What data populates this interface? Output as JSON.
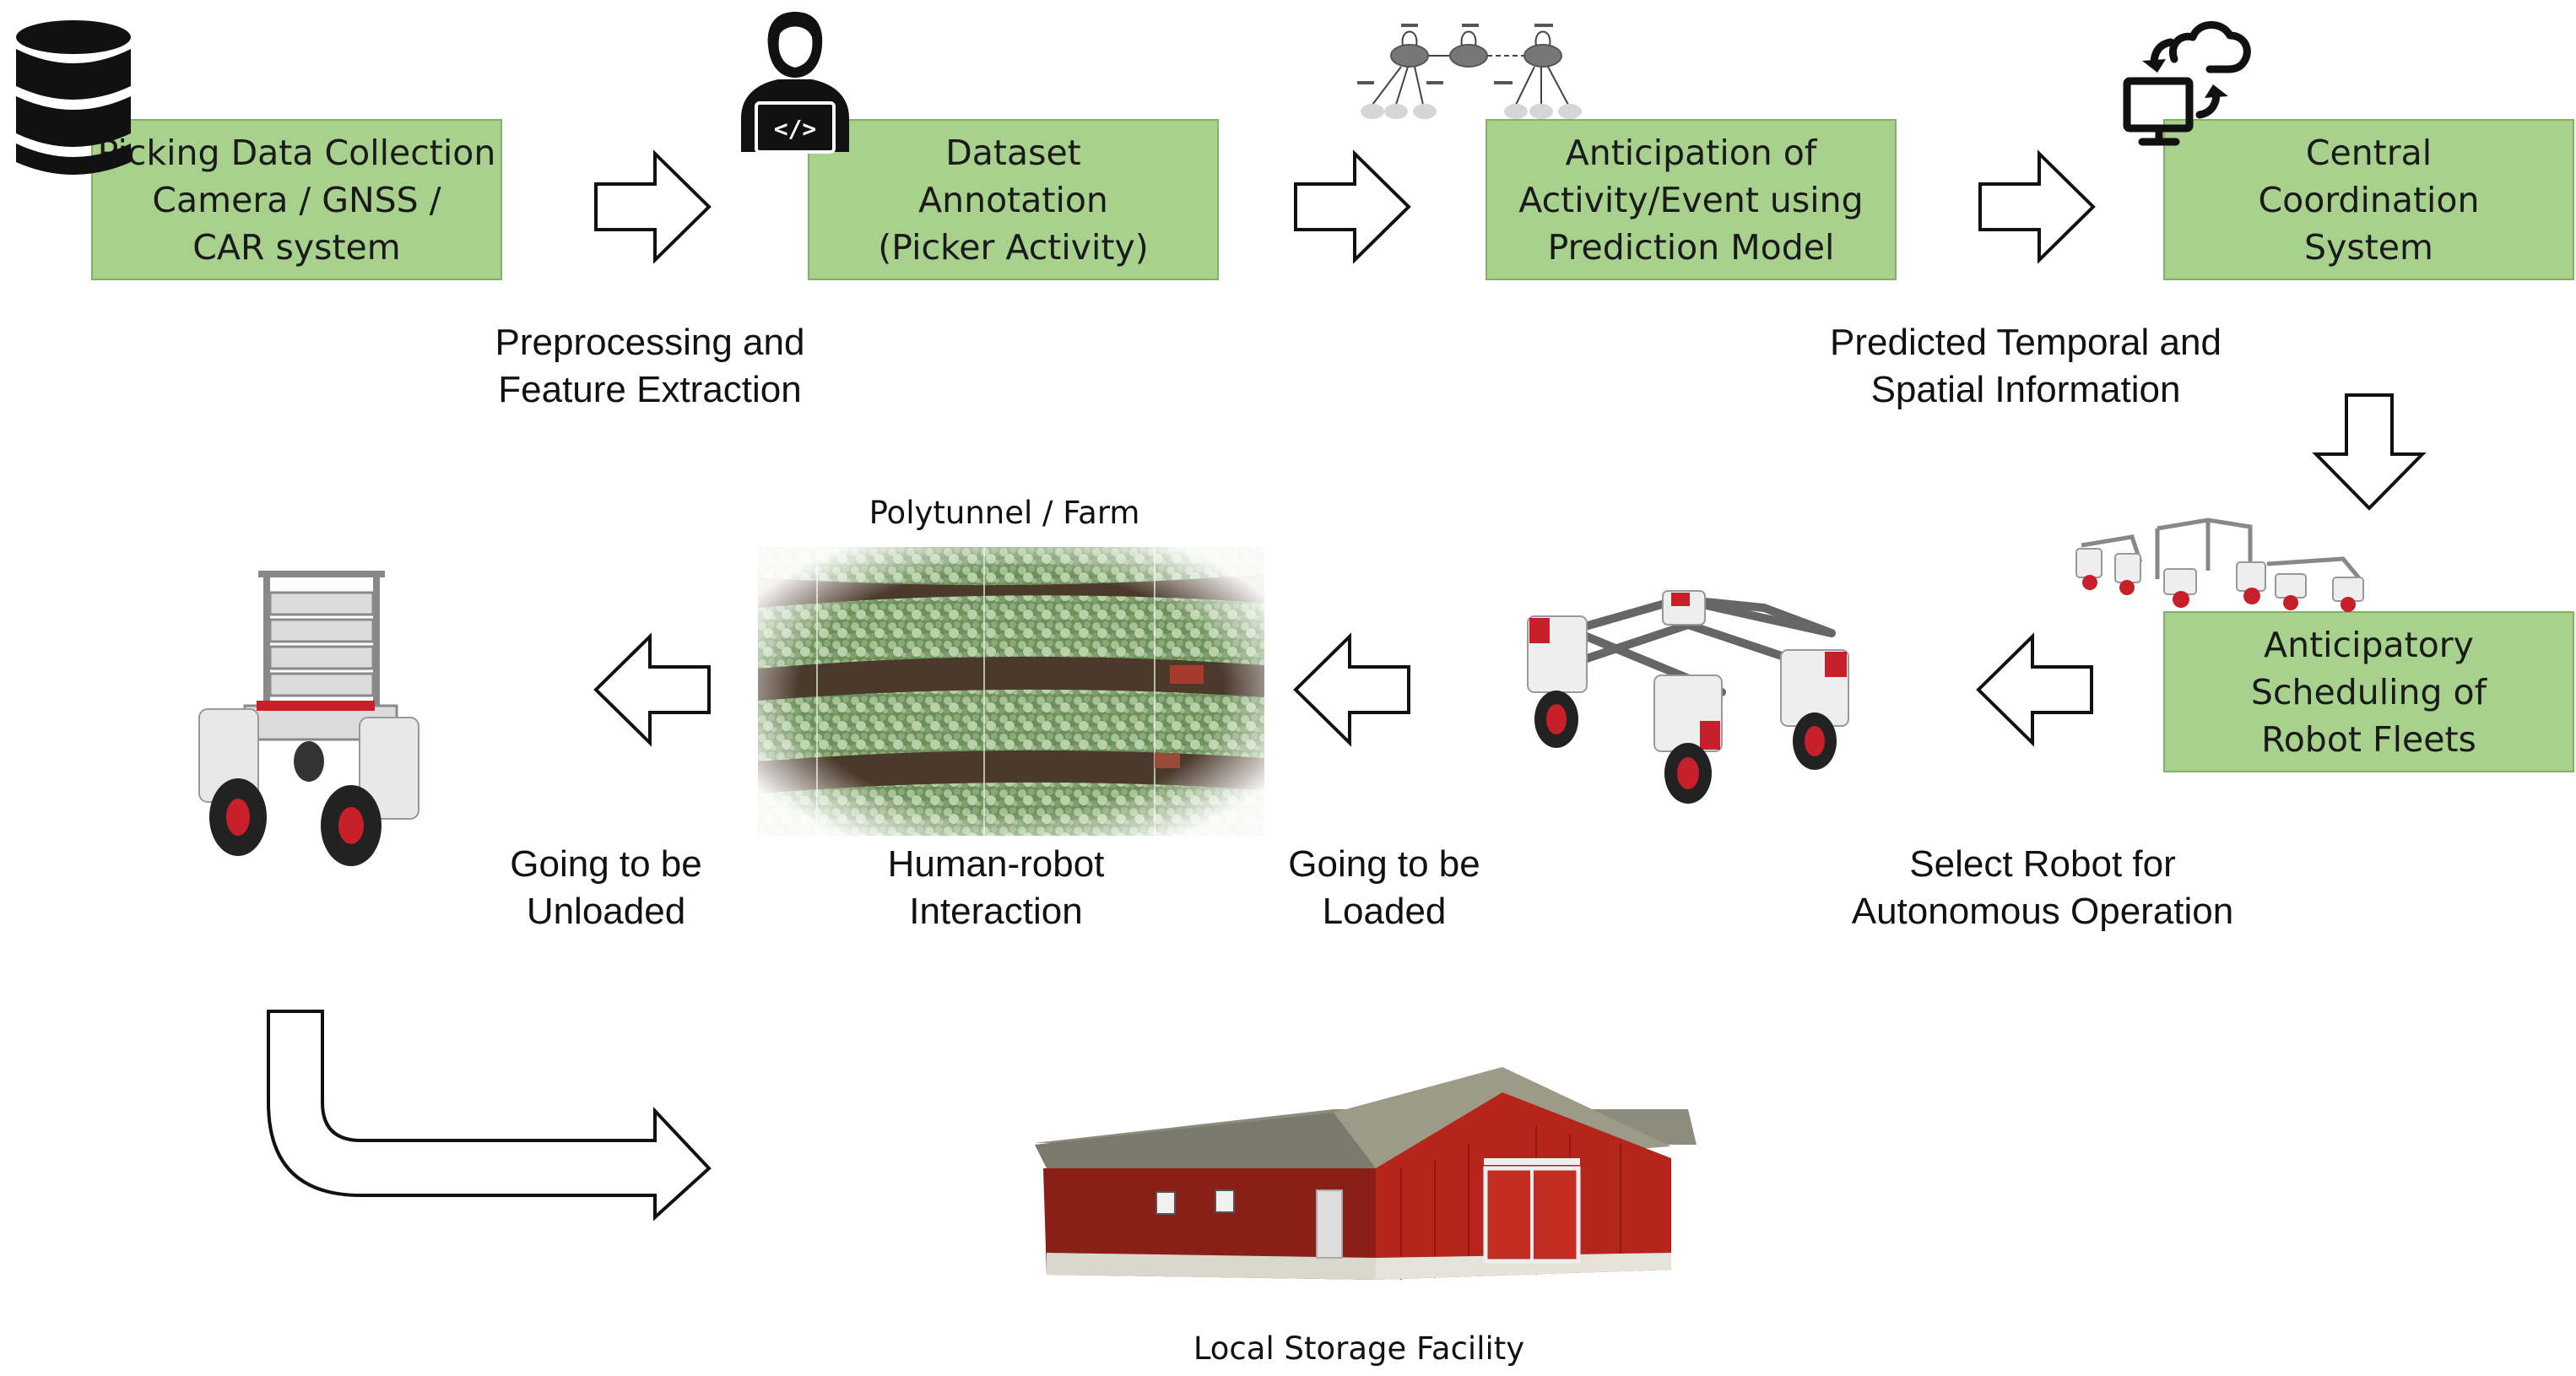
{
  "boxes": {
    "data_collection": [
      "Picking Data Collection",
      "Camera / GNSS /",
      "CAR system"
    ],
    "annotation": [
      "Dataset",
      "Annotation",
      "(Picker Activity)"
    ],
    "anticipation": [
      "Anticipation of",
      "Activity/Event using",
      "Prediction Model"
    ],
    "coordination": [
      "Central",
      "Coordination",
      "System"
    ],
    "scheduling": [
      "Anticipatory",
      "Scheduling of",
      "Robot Fleets"
    ]
  },
  "labels": {
    "preprocessing": [
      "Preprocessing and",
      "Feature Extraction"
    ],
    "predicted": [
      "Predicted Temporal and",
      "Spatial Information"
    ],
    "select_robot": [
      "Select Robot for",
      "Autonomous Operation"
    ],
    "loaded": [
      "Going to be",
      "Loaded"
    ],
    "hri": [
      "Human-robot",
      "Interaction"
    ],
    "unloaded": [
      "Going to be",
      "Unloaded"
    ]
  },
  "captions": {
    "farm": "Polytunnel / Farm",
    "storage": "Local Storage Facility"
  },
  "icons": {
    "database": "database-icon",
    "person_laptop": "person-laptop-icon",
    "hmm_graph": "hmm-graph-icon",
    "cloud_sync": "cloud-sync-icon"
  },
  "colors": {
    "box_fill": "#a9d18e",
    "box_border": "#82b267",
    "barn_red": "#b5251c",
    "robot_red": "#c8202a"
  }
}
